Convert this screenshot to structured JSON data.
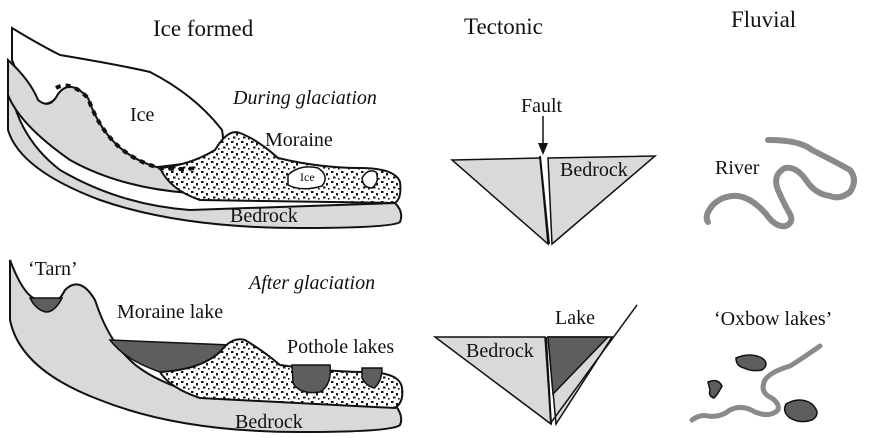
{
  "headings": {
    "ice_formed": "Ice formed",
    "tectonic": "Tectonic",
    "fluvial": "Fluvial"
  },
  "ice_panel": {
    "during": {
      "caption": "During glaciation",
      "ice": "Ice",
      "moraine": "Moraine",
      "ice_block": "Ice",
      "bedrock": "Bedrock"
    },
    "after": {
      "caption": "After glaciation",
      "tarn": "‘Tarn’",
      "moraine_lake": "Moraine lake",
      "pothole_lakes": "Pothole lakes",
      "bedrock": "Bedrock"
    }
  },
  "tectonic_panel": {
    "top": {
      "fault": "Fault",
      "bedrock": "Bedrock"
    },
    "bottom": {
      "lake": "Lake",
      "bedrock": "Bedrock"
    }
  },
  "fluvial_panel": {
    "top": {
      "river": "River"
    },
    "bottom": {
      "oxbow": "‘Oxbow lakes’"
    }
  },
  "colors": {
    "rock_fill": "#d9d9d9",
    "water_fill": "#5e5e5e",
    "river_stroke": "#8a8a8a",
    "outline": "#111111"
  }
}
